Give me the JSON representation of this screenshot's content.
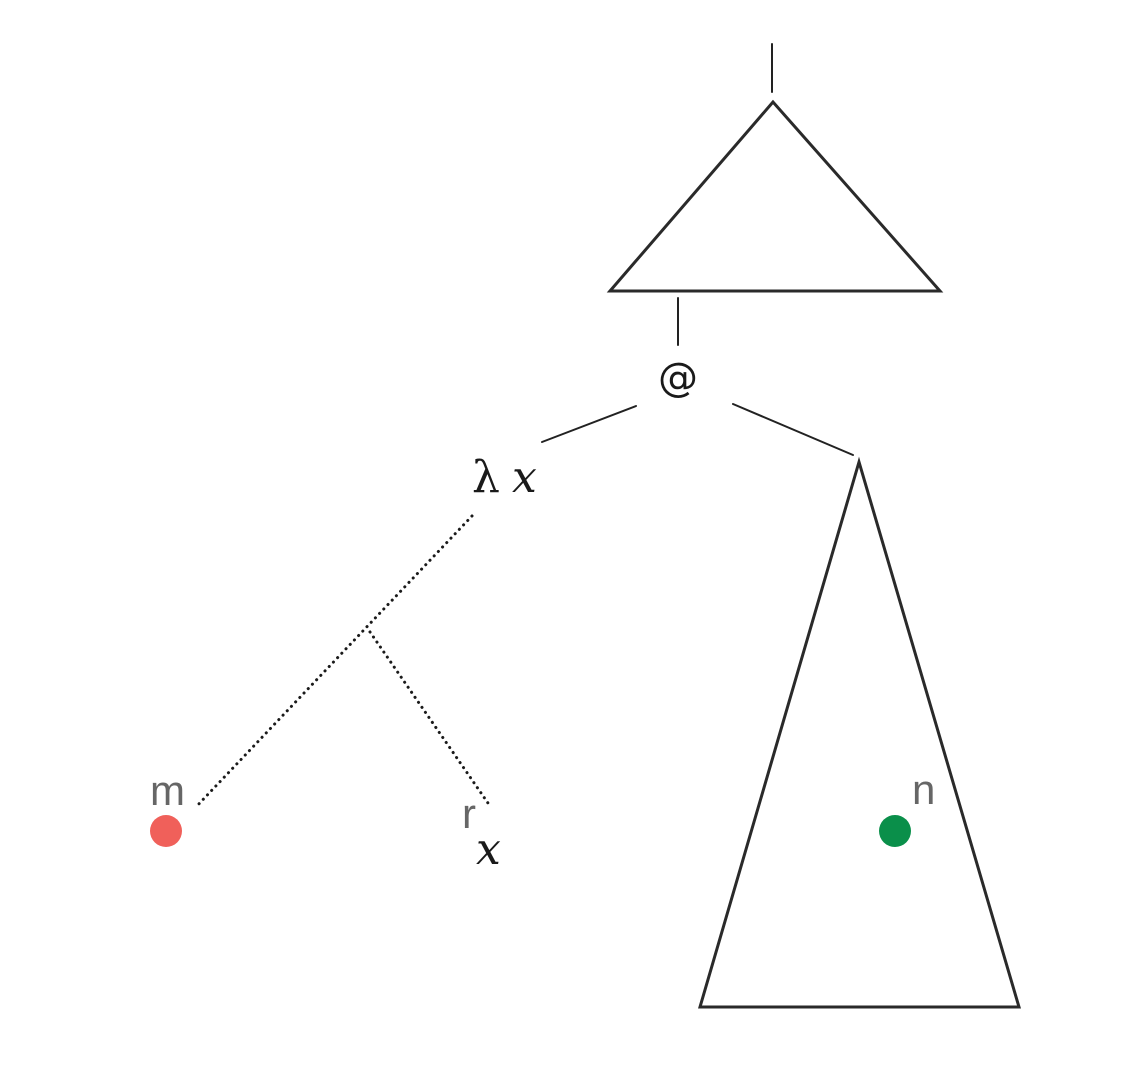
{
  "diagram": {
    "nodes": {
      "application": {
        "label": "@"
      },
      "abstraction": {
        "binder": "λ",
        "variable": "x"
      },
      "variable_occurrence": {
        "variable": "x"
      }
    },
    "markers": {
      "m": {
        "label": "m",
        "color": "#f0605a"
      },
      "r": {
        "label": "r"
      },
      "n": {
        "label": "n",
        "color": "#0a8f4a"
      }
    }
  }
}
